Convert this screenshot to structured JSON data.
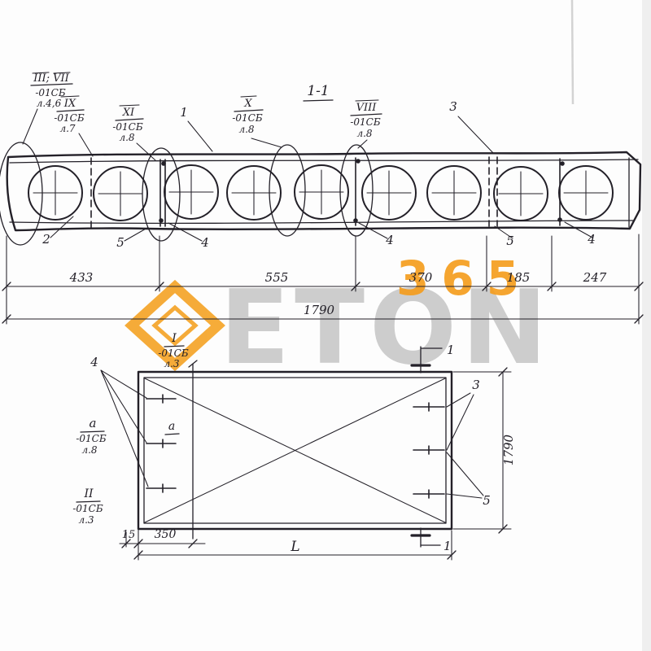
{
  "watermark": {
    "word": "ETON",
    "number": "365"
  },
  "section": {
    "title": "1-1",
    "callout_left": {
      "num": "III; VII",
      "cat": "-01СБ",
      "sheet": "л.4,6"
    },
    "callout_ix": {
      "num": "IX",
      "cat": "-01СБ",
      "sheet": "л.7"
    },
    "callout_xi": {
      "num": "XI",
      "cat": "-01СБ",
      "sheet": "л.8"
    },
    "callout_x": {
      "num": "X",
      "cat": "-01СБ",
      "sheet": "л.8"
    },
    "callout_viii": {
      "num": "VIII",
      "cat": "-01СБ",
      "sheet": "л.8"
    },
    "label_1": "1",
    "label_3": "3",
    "bottom_labels": [
      "2",
      "5",
      "4",
      "4",
      "5",
      "4"
    ],
    "dims": [
      "433",
      "555",
      "370",
      "185",
      "247"
    ],
    "total": "1790"
  },
  "plan": {
    "callout_i": {
      "num": "I",
      "cat": "-01СБ",
      "sheet": "л.3"
    },
    "callout_a": {
      "num": "a",
      "cat": "-01СБ",
      "sheet": "л.8"
    },
    "callout_ii": {
      "num": "II",
      "cat": "-01СБ",
      "sheet": "л.3"
    },
    "label_4": "4",
    "label_3": "3",
    "label_5": "5",
    "label_a": "a",
    "section_mark_top": "1",
    "section_mark_bottom": "1",
    "dim_15": "15",
    "dim_350": "350",
    "dim_height": "1790",
    "dim_length": "L"
  }
}
